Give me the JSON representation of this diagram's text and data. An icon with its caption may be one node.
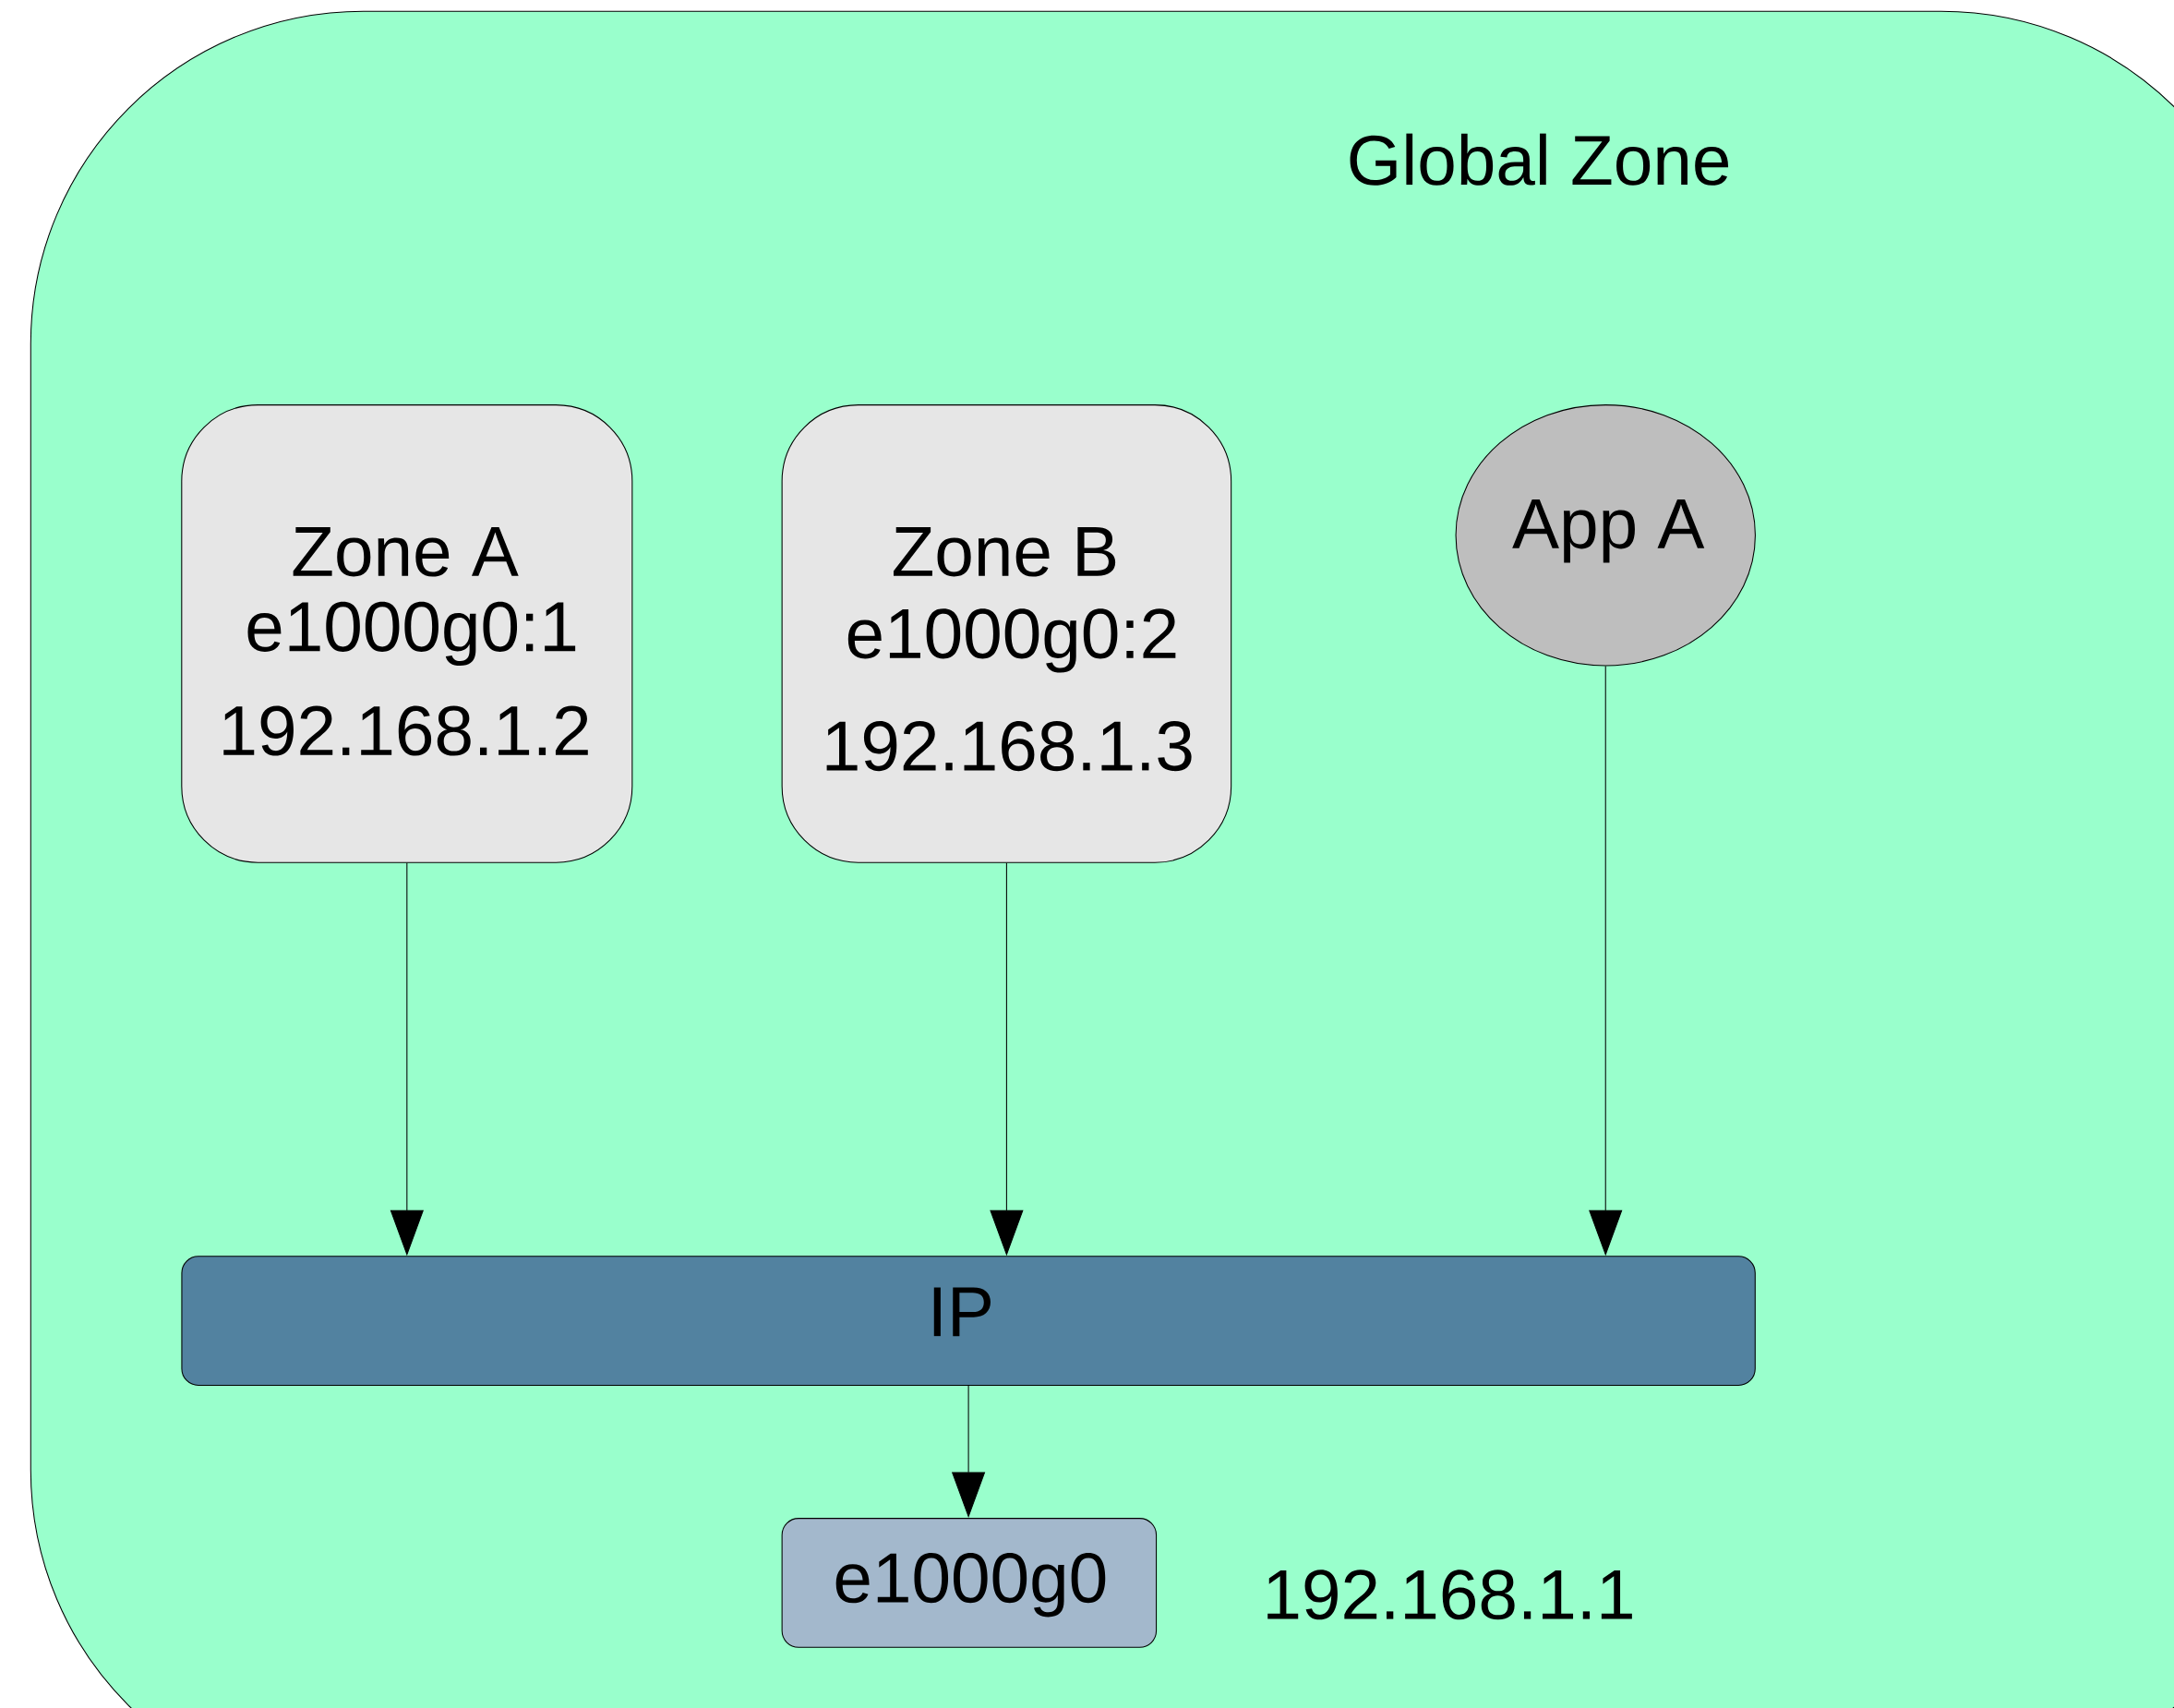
{
  "diagram": {
    "nodes": [
      {
        "text": [
          "Global Zone"
        ]
      },
      {
        "text": [
          "Zone A",
          "e1000g0:1",
          "192.168.1.2"
        ],
        "in": 0
      },
      {
        "text": [
          "Zone B",
          "e1000g0:2",
          "192.168.1.3"
        ],
        "in": 0
      },
      {
        "text": [
          "App A"
        ],
        "in": 0
      },
      {
        "text": [
          "IP"
        ],
        "in": 0
      },
      {
        "text": [
          "e1000g0"
        ],
        "in": 0
      }
    ],
    "edges": [
      {
        "from": 1,
        "to": 4,
        "arrow": "to"
      },
      {
        "from": 2,
        "to": 4,
        "arrow": "to"
      },
      {
        "from": 3,
        "to": 4,
        "arrow": "to"
      },
      {
        "from": 4,
        "to": 5,
        "arrow": "to"
      }
    ],
    "labels": [
      "192.168.1.1"
    ]
  }
}
